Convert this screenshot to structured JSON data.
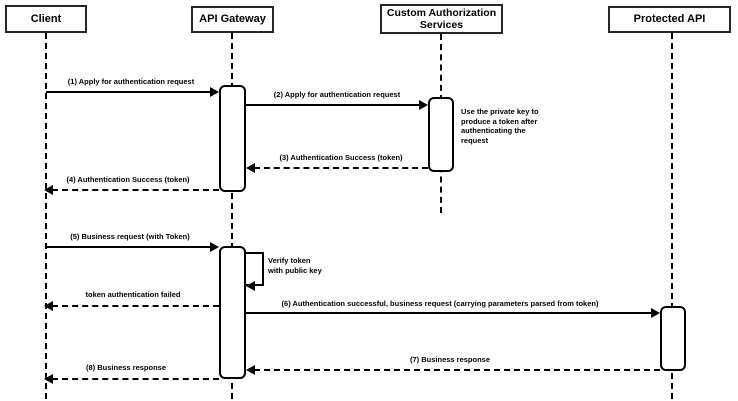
{
  "diagram": {
    "type": "sequence",
    "participants": [
      {
        "name": "Client"
      },
      {
        "name": "API Gateway"
      },
      {
        "name": "Custom Authorization Services"
      },
      {
        "name": "Protected API"
      }
    ],
    "messages": [
      {
        "label": "(1) Apply for authentication request",
        "from": "Client",
        "to": "API Gateway",
        "line": "solid"
      },
      {
        "label": "(2) Apply for authentication request",
        "from": "API Gateway",
        "to": "Custom Authorization Services",
        "line": "solid"
      },
      {
        "label": "(3) Authentication Success (token)",
        "from": "Custom Authorization Services",
        "to": "API Gateway",
        "line": "dashed"
      },
      {
        "label": "(4) Authentication Success (token)",
        "from": "API Gateway",
        "to": "Client",
        "line": "dashed"
      },
      {
        "label": "(5) Business request (with Token)",
        "from": "Client",
        "to": "API Gateway",
        "line": "solid"
      },
      {
        "label": "Verify token\nwith public key",
        "from": "API Gateway",
        "to": "API Gateway",
        "line": "self"
      },
      {
        "label": "token authentication failed",
        "from": "API Gateway",
        "to": "Client",
        "line": "dashed"
      },
      {
        "label": "(6) Authentication successful, business request (carrying parameters parsed from token)",
        "from": "API Gateway",
        "to": "Protected API",
        "line": "solid"
      },
      {
        "label": "(7) Business response",
        "from": "Protected API",
        "to": "API Gateway",
        "line": "dashed"
      },
      {
        "label": "(8) Business response",
        "from": "API Gateway",
        "to": "Client",
        "line": "dashed"
      }
    ],
    "note": {
      "text": "Use the private key to produce a token after authenticating the request",
      "attached_to": "Custom Authorization Services"
    },
    "colors": {
      "line": "#000000",
      "box_fill": "#ffffff",
      "text": "#000000"
    }
  }
}
